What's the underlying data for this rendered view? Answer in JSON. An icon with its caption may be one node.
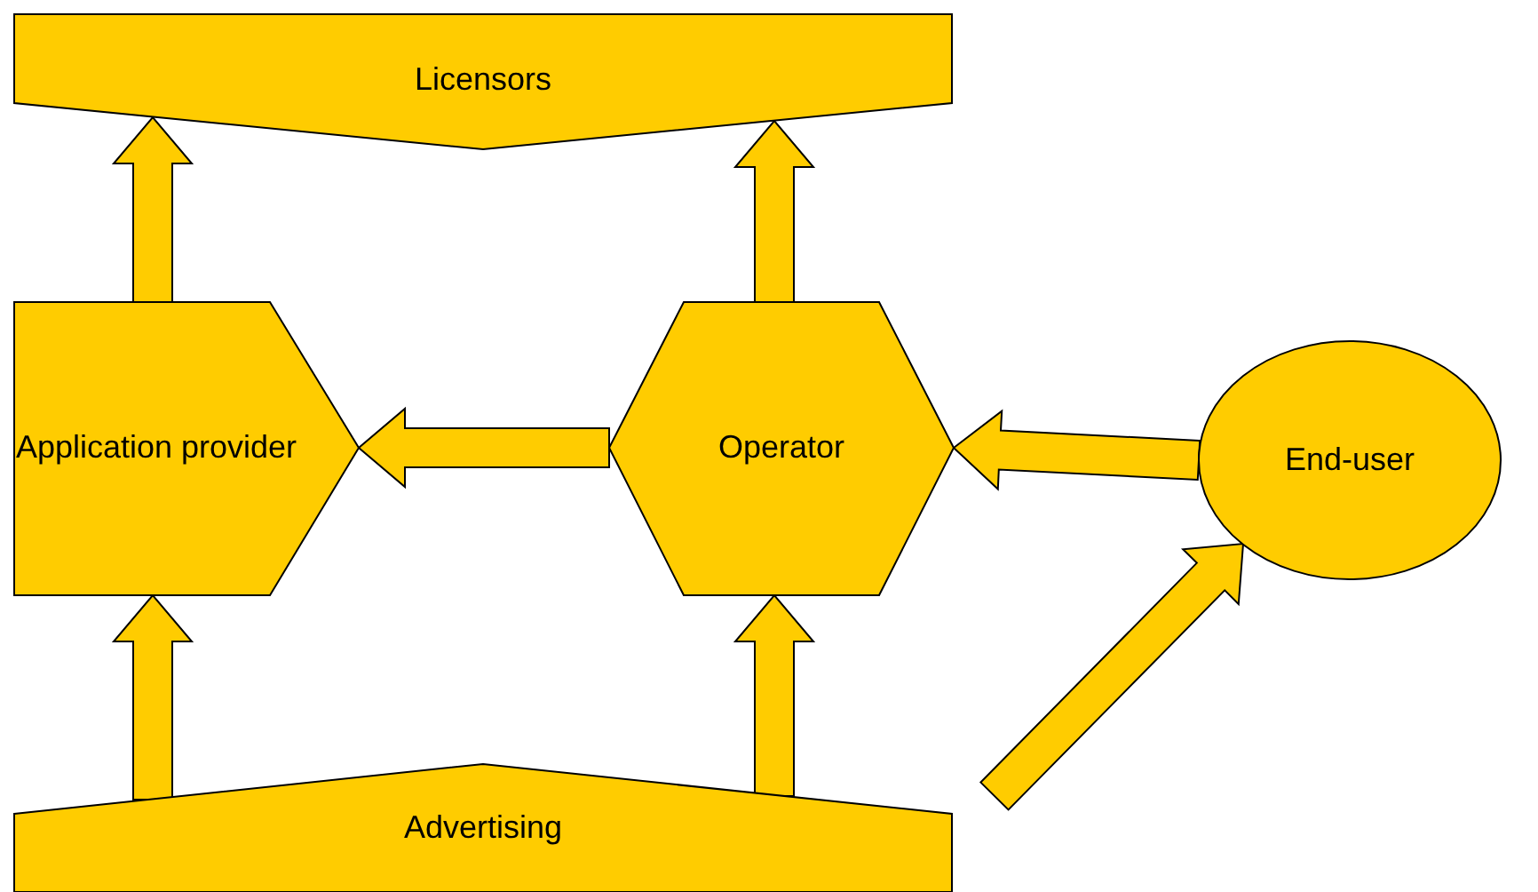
{
  "diagram": {
    "nodes": [
      {
        "text": [
          "Licensors"
        ]
      },
      {
        "text": [
          "Application provider"
        ]
      },
      {
        "text": [
          "Operator"
        ]
      },
      {
        "text": [
          "End-user"
        ]
      },
      {
        "text": [
          "Advertising"
        ]
      }
    ],
    "edges": [
      {
        "from": 1,
        "to": 0,
        "arrow": "to"
      },
      {
        "from": 2,
        "to": 0,
        "arrow": "to"
      },
      {
        "from": 2,
        "to": 1,
        "arrow": "to"
      },
      {
        "from": 3,
        "to": 2,
        "arrow": "to"
      },
      {
        "from": 4,
        "to": 1,
        "arrow": "to"
      },
      {
        "from": 4,
        "to": 2,
        "arrow": "to"
      },
      {
        "from": 4,
        "to": 3,
        "arrow": "to"
      }
    ]
  }
}
